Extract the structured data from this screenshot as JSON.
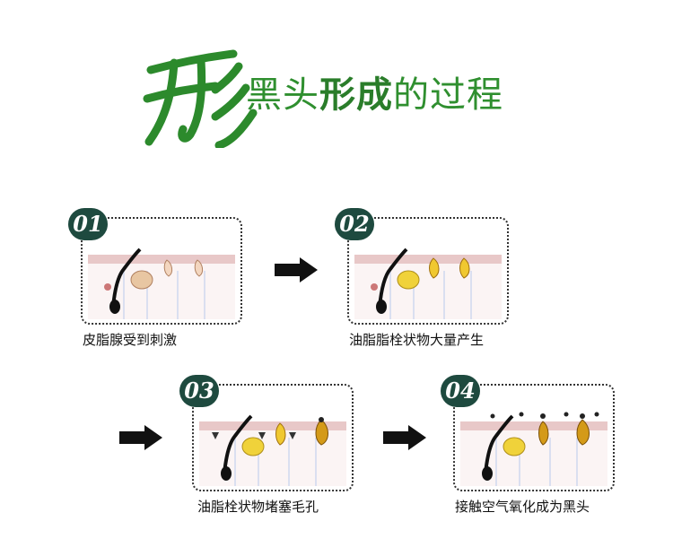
{
  "header": {
    "calligraphy_char": "形",
    "title_part1": "黑头",
    "title_part2": "形成",
    "title_part3": "的过程",
    "accent_color": "#2f8f2f"
  },
  "steps": [
    {
      "number": "01",
      "caption": "皮脂腺受到刺激"
    },
    {
      "number": "02",
      "caption": "油脂脂栓状物大量产生"
    },
    {
      "number": "03",
      "caption": "油脂栓状物堵塞毛孔"
    },
    {
      "number": "04",
      "caption": "接触空气氧化成为黑头"
    }
  ],
  "icons": {
    "arrow": "right-arrow-icon"
  }
}
